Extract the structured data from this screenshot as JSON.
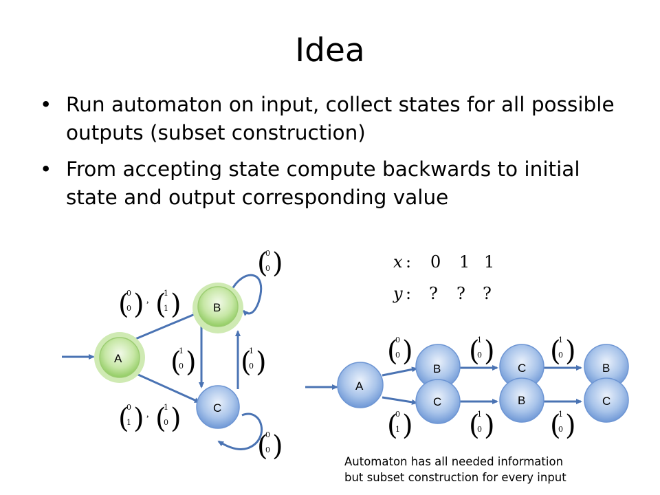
{
  "title": "Idea",
  "bullet_symbol": "•",
  "bullets": [
    "Run automaton on input, collect states for all possible outputs (subset construction)",
    "From accepting state compute backwards to initial state and output corresponding value"
  ],
  "left_automaton": {
    "states": [
      "A",
      "B",
      "C"
    ],
    "transitions": {
      "A_to_B": [
        [
          "0",
          "0"
        ],
        [
          "1",
          "1"
        ]
      ],
      "A_to_C": [
        [
          "0",
          "1"
        ],
        [
          "1",
          "0"
        ]
      ],
      "B_to_C": [
        "1",
        "0"
      ],
      "C_to_B": [
        "1",
        "0"
      ],
      "B_self": [
        "0",
        "0"
      ],
      "C_self": [
        "0",
        "0"
      ]
    },
    "separator": ","
  },
  "run_table": {
    "x_label": "x",
    "y_label": "y",
    "colon": ":",
    "x_values": [
      "0",
      "1",
      "1"
    ],
    "y_values": [
      "?",
      "?",
      "?"
    ]
  },
  "subset_run": {
    "start": "A",
    "top_row": [
      "B",
      "C",
      "B"
    ],
    "bottom_row": [
      "C",
      "B",
      "C"
    ],
    "top_labels": [
      [
        "0",
        "0"
      ],
      [
        "1",
        "0"
      ],
      [
        "1",
        "0"
      ]
    ],
    "bottom_labels": [
      [
        "0",
        "1"
      ],
      [
        "1",
        "0"
      ],
      [
        "1",
        "0"
      ]
    ]
  },
  "caption": {
    "line1": "Automaton has all needed information",
    "line2": "but subset construction for every input"
  }
}
